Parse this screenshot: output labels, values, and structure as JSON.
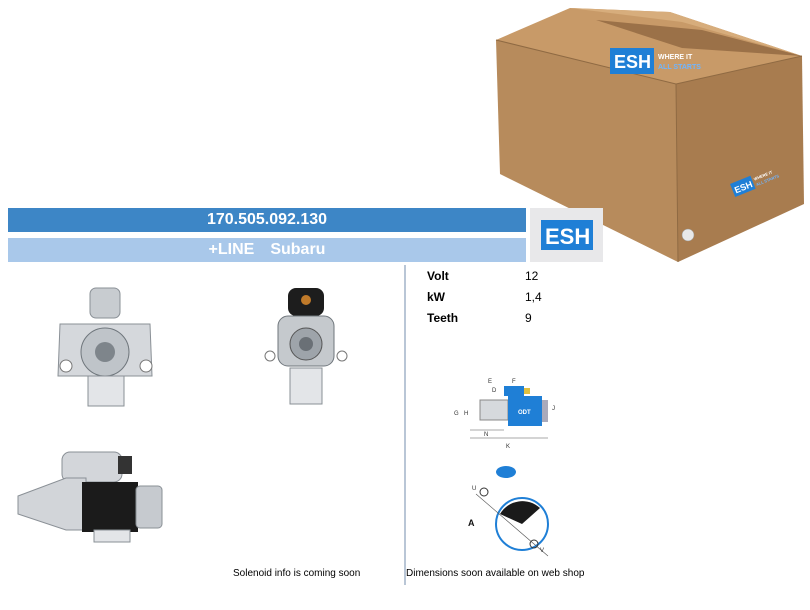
{
  "header": {
    "part_number": "170.505.092.130",
    "line": "+LINE",
    "make": "Subaru"
  },
  "box": {
    "brand_line1": "WHERE IT",
    "brand_line2": "ALL STARTS"
  },
  "specs": [
    {
      "label": "Volt",
      "value": "12"
    },
    {
      "label": "kW",
      "value": "1,4"
    },
    {
      "label": "Teeth",
      "value": "9"
    }
  ],
  "diagram": {
    "labels": {
      "e": "E",
      "f": "F",
      "d": "D",
      "g": "G",
      "h": "H",
      "j": "J",
      "n": "N",
      "k": "K",
      "odt": "ODT",
      "a": "A",
      "u": "U",
      "v": "V"
    }
  },
  "captions": {
    "solenoid": "Solenoid info is coming soon",
    "dimensions": "Dimensions soon available on web shop"
  },
  "colors": {
    "bar_dark": "#3d86c6",
    "bar_light": "#a9c8ea",
    "cardboard": "#b98d5e",
    "brand_blue": "#1f7fd6"
  }
}
